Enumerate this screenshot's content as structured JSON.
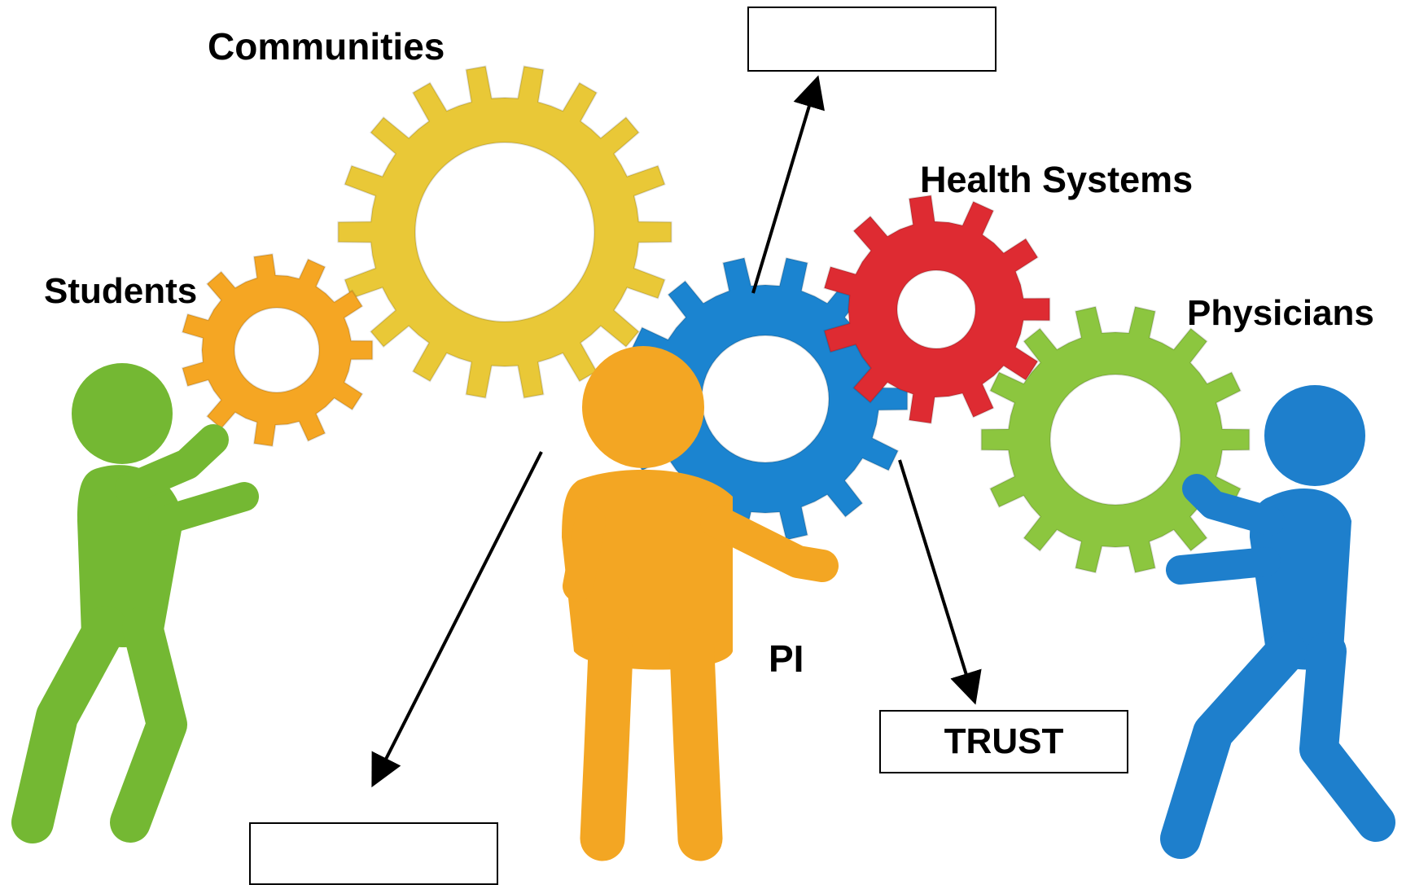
{
  "labels": {
    "communities": "Communities",
    "students": "Students",
    "health_systems": "Health Systems",
    "physicians": "Physicians",
    "pi": "PI"
  },
  "boxes": {
    "top": "",
    "bottom_left": "",
    "trust": "TRUST"
  },
  "colors": {
    "yellow_gear": "#E9C837",
    "orange_gear": "#F5A623",
    "blue_gear": "#1B84D0",
    "red_gear": "#DE2B32",
    "green_gear": "#8CC63F",
    "green_figure": "#74B833",
    "orange_figure": "#F3A623",
    "blue_figure": "#1E7FCC"
  },
  "icons": [
    "gear-icon",
    "person-figure-icon",
    "arrow-icon"
  ]
}
